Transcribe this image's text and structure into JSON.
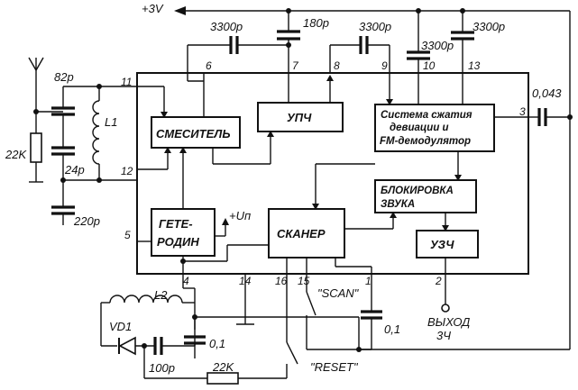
{
  "supply_label": "+3V",
  "vcc_label": "+Uп",
  "blocks": {
    "mixer": "СМЕСИТЕЛЬ",
    "ifamp": "УПЧ",
    "fm_line1": "Система сжатия",
    "fm_line2": "девиации и",
    "fm_line3": "FM-демодулятор",
    "osc_line1": "ГЕТЕ-",
    "osc_line2": "РОДИН",
    "scanner": "СКАНЕР",
    "mute_line1": "БЛОКИРОВКА",
    "mute_line2": "ЗВУКА",
    "afamp": "УЗЧ"
  },
  "pins": {
    "p1": "1",
    "p2": "2",
    "p3": "3",
    "p4": "4",
    "p5": "5",
    "p6": "6",
    "p7": "7",
    "p8": "8",
    "p9": "9",
    "p10": "10",
    "p11": "11",
    "p12": "12",
    "p13": "13",
    "p14": "14",
    "p15": "15",
    "p16": "16"
  },
  "components": {
    "c_top1": "3300p",
    "c_top2": "180p",
    "c_top3": "3300p",
    "c_top4": "3300p",
    "c_top5": "3300p",
    "c_out": "0,043",
    "c_ant1": "82p",
    "c_ant2": "24p",
    "c_ant3": "220p",
    "r_ant": "22K",
    "l1": "L1",
    "l2": "L2",
    "vd1": "VD1",
    "c_osc1": "100p",
    "c_osc2": "0,1",
    "c_mid": "0,1",
    "r_bot": "22K"
  },
  "switches": {
    "scan": "\"SCAN\"",
    "reset": "\"RESET\""
  },
  "output_label_line1": "ВЫХОД",
  "output_label_line2": "3Ч"
}
